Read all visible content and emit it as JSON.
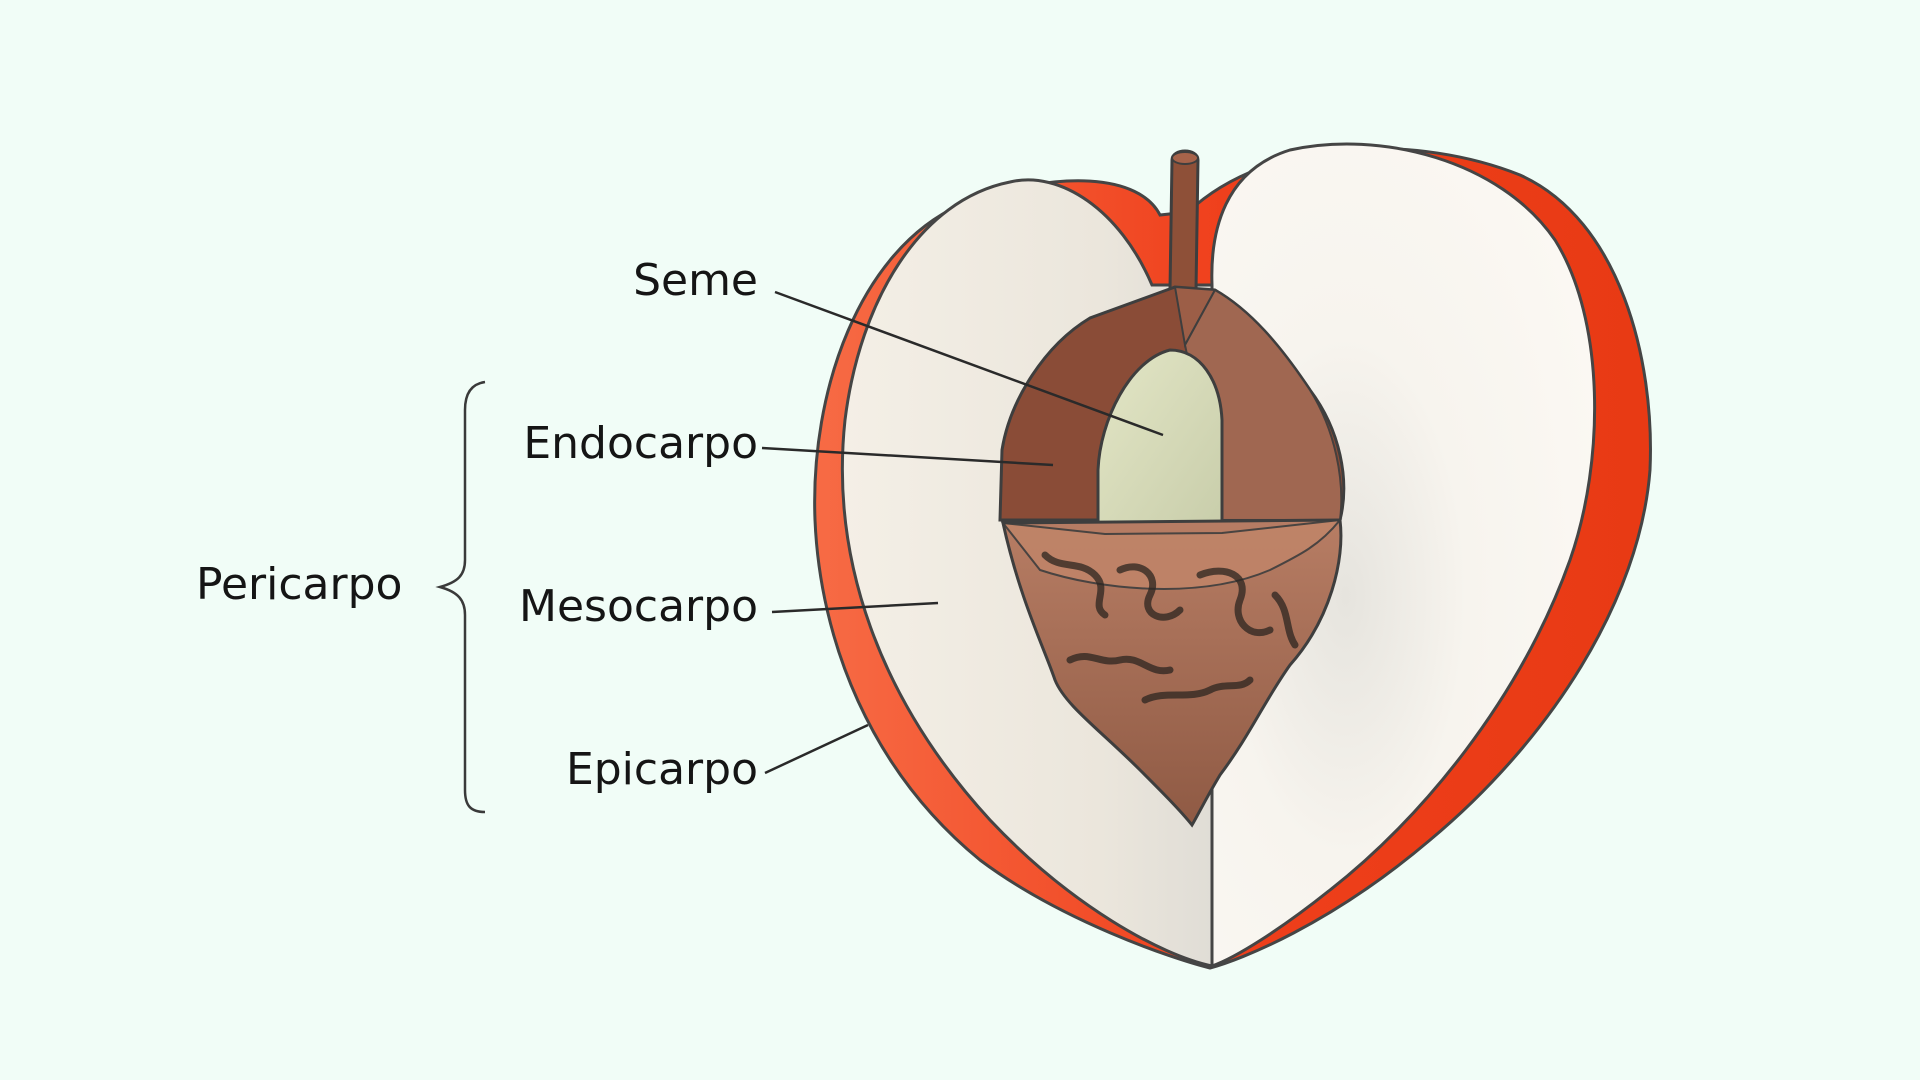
{
  "labels": {
    "seme": "Seme",
    "endocarpo": "Endocarpo",
    "mesocarpo": "Mesocarpo",
    "epicarpo": "Epicarpo",
    "pericarpo": "Pericarpo"
  },
  "colors": {
    "background": "#f1fdf7",
    "epicarp_red": "#ee4421",
    "mesocarp_cream": "#f1ece3",
    "endocarp_brown": "#8a4c37",
    "seed_pale": "#d9dcbd",
    "outline": "#4a4a4a"
  }
}
